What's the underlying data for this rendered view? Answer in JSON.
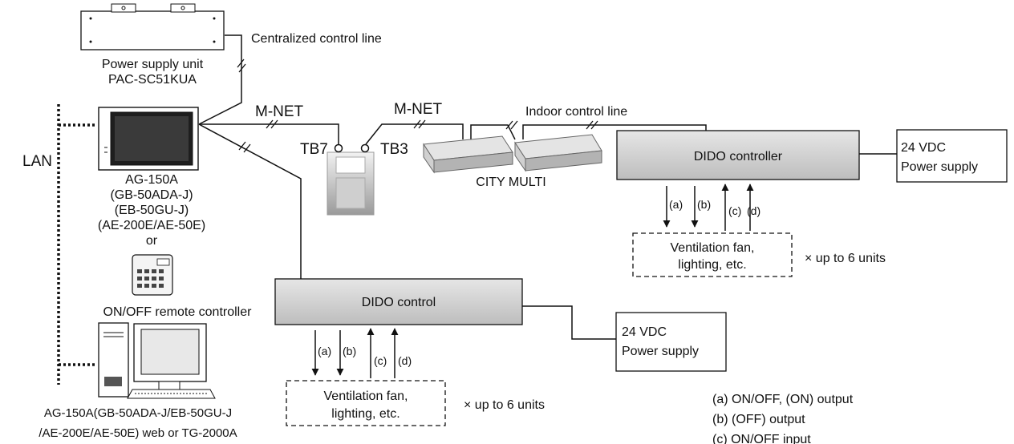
{
  "power_unit": {
    "label_1": "Power supply unit",
    "label_2": "PAC-SC51KUA"
  },
  "lines": {
    "centralized": "Centralized control line",
    "mnet_left": "M-NET",
    "mnet_right": "M-NET",
    "indoor": "Indoor control line",
    "lan": "LAN"
  },
  "terminals": {
    "tb7": "TB7",
    "tb3": "TB3"
  },
  "indoor_units": {
    "label": "CITY MULTI"
  },
  "controller_labels": [
    "AG-150A",
    "(GB-50ADA-J)",
    "(EB-50GU-J)",
    "(AE-200E/AE-50E)",
    "or",
    "ON/OFF remote controller"
  ],
  "pc_labels": [
    "AG-150A(GB-50ADA-J/EB-50GU-J",
    "/AE-200E/AE-50E) web or TG-2000A"
  ],
  "dido_top": {
    "title": "DIDO controller",
    "power_1": "24 VDC",
    "power_2": "Power supply",
    "sig_a": "(a)",
    "sig_b": "(b)",
    "sig_c": "(c)",
    "sig_d": "(d)",
    "device_1": "Ventilation fan,",
    "device_2": "lighting, etc.",
    "multiplier": "× up to 6 units"
  },
  "dido_bottom": {
    "title": "DIDO control",
    "power_1": "24 VDC",
    "power_2": "Power supply",
    "sig_a": "(a)",
    "sig_b": "(b)",
    "sig_c": "(c)",
    "sig_d": "(d)",
    "device_1": "Ventilation fan,",
    "device_2": "lighting, etc.",
    "multiplier": "× up to 6 units"
  },
  "legend": [
    "(a) ON/OFF, (ON) output",
    "(b) (OFF) output",
    "(c) ON/OFF input"
  ]
}
